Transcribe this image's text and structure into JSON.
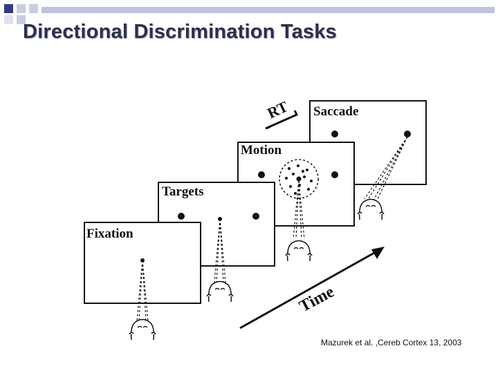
{
  "slide": {
    "title": "Directional Discrimination Tasks",
    "citation": "Mazurek et al. ,Cereb Cortex 13, 2003",
    "accent_color": "#7d86ad"
  },
  "diagram": {
    "panels": [
      {
        "id": "fixation",
        "label": "Fixation"
      },
      {
        "id": "targets",
        "label": "Targets"
      },
      {
        "id": "motion",
        "label": "Motion"
      },
      {
        "id": "saccade",
        "label": "Saccade"
      }
    ],
    "rt_label": "RT",
    "time_label": "Time"
  }
}
